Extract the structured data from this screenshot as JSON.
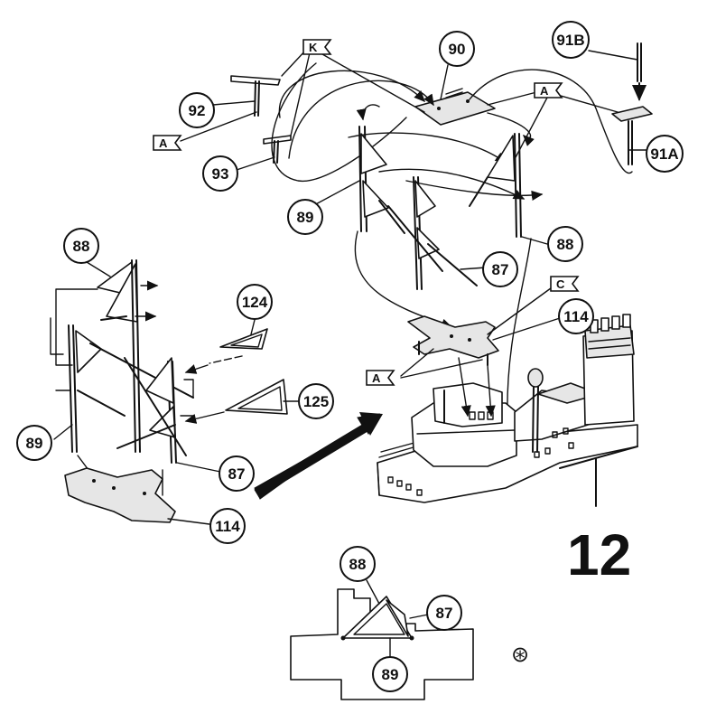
{
  "step_number": "12",
  "note_symbol": "⊛",
  "callouts": {
    "c90": "90",
    "c91b": "91B",
    "c91a": "91A",
    "c92": "92",
    "c93": "93",
    "c89_top": "89",
    "c88_top": "88",
    "c87_top": "87",
    "c114_top": "114",
    "c88_left": "88",
    "c124": "124",
    "c125": "125",
    "c89_left": "89",
    "c87_left": "87",
    "c114_left": "114",
    "c88_detail": "88",
    "c87_detail": "87",
    "c89_detail": "89"
  },
  "flags": {
    "k": "K",
    "a_top_left": "A",
    "a_top_right": "A",
    "c": "C",
    "a_mid": "A"
  }
}
